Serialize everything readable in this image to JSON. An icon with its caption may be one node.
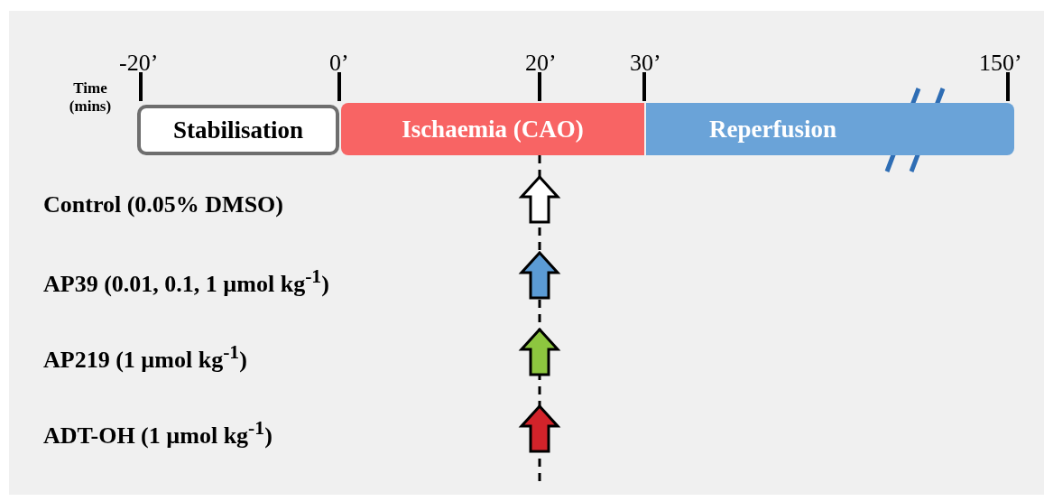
{
  "diagram": {
    "nodes": [
      {
        "text": [
          "Stabilisation"
        ]
      },
      {
        "text": [
          "Ischaemia (CAO)"
        ]
      },
      {
        "text": [
          "Reperfusion"
        ]
      }
    ],
    "labels": [
      "Time (mins)",
      "-20’",
      "0’",
      "20’",
      "30’",
      "150’",
      "Control (0.05% DMSO)",
      "AP39 (0.01, 0.1, 1 µmol kg$^{-1}$)",
      "AP219 (1 µmol kg$^{-1}$)",
      "ADT-OH (1 µmol kg$^{-1}$)"
    ]
  }
}
